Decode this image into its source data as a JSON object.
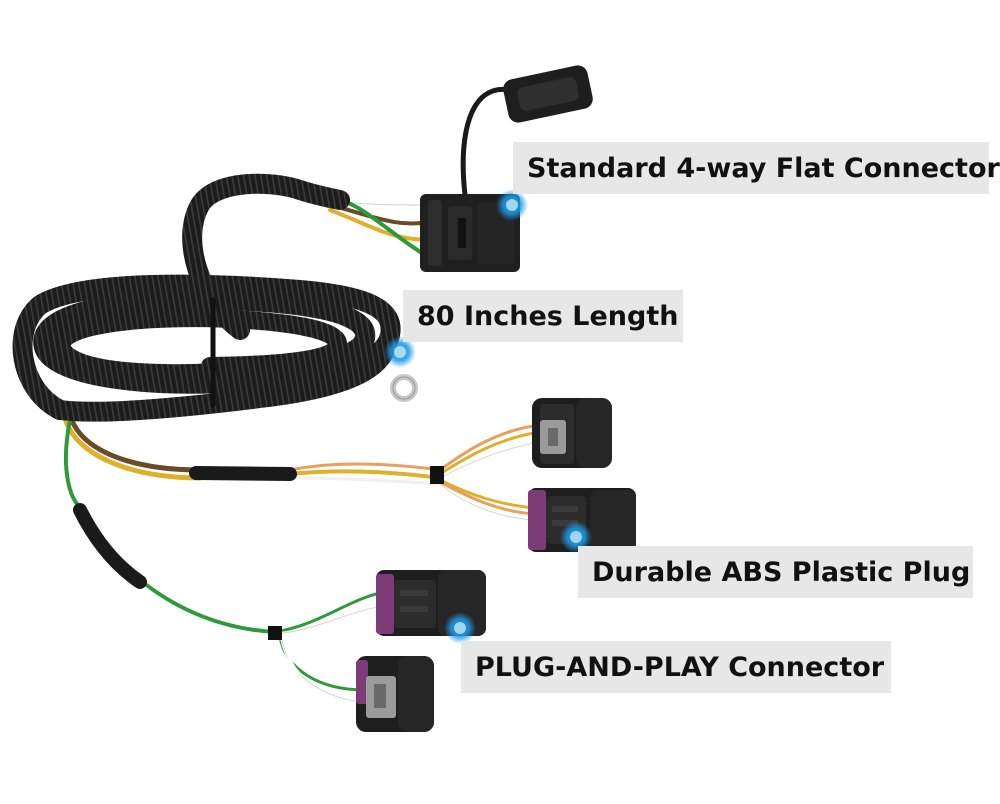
{
  "callouts": [
    {
      "id": "c1",
      "text": "Standard 4-way Flat Connector"
    },
    {
      "id": "c2",
      "text": "80 Inches Length"
    },
    {
      "id": "c3",
      "text": "Durable ABS Plastic Plug"
    },
    {
      "id": "c4",
      "text": "PLUG-AND-PLAY Connector"
    }
  ],
  "colors": {
    "callout_background": "#e7e7e7",
    "marker": "#1a9be6",
    "harness_sleeve": "#1c1c1c",
    "connector_body": "#2a2a2a",
    "connector_purple": "#7d3b78",
    "wire_green": "#2e9b3a",
    "wire_yellow": "#e0b02a",
    "wire_brown": "#6b4a2a",
    "wire_white": "#ffffff"
  }
}
